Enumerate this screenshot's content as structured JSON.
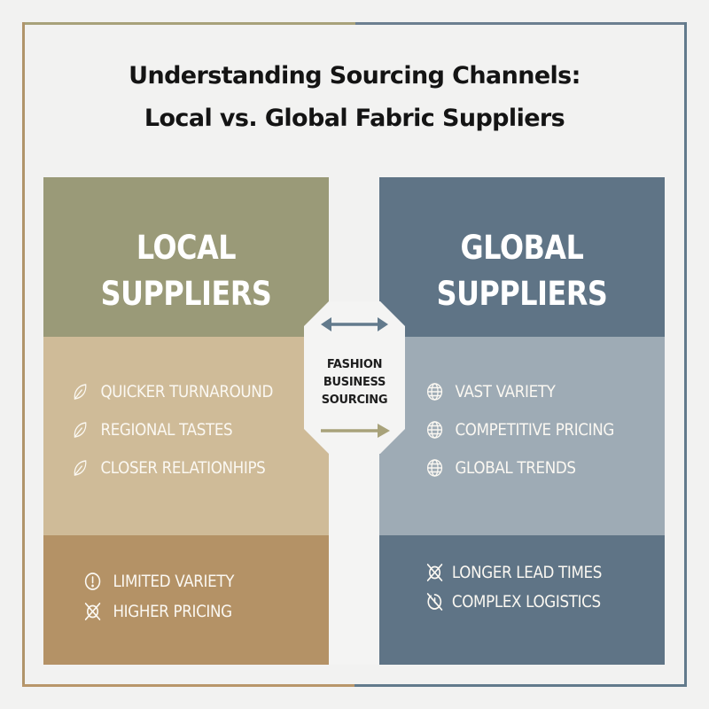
{
  "title": {
    "line1": "Understanding Sourcing Channels:",
    "line2": "Local vs. Global Fabric Suppliers"
  },
  "colors": {
    "background": "#f2f2f1",
    "frame_local": "#b0946a",
    "frame_global": "#627a8c",
    "local_header": "#9a9a78",
    "local_pros": "#cfbb98",
    "local_cons": "#b49266",
    "global_header": "#5f7486",
    "global_pros": "#9eabb5",
    "global_cons": "#5f7486",
    "arrow_top": "#627a8c",
    "arrow_bottom": "#a8a27a"
  },
  "center_badge": {
    "line1": "FASHION",
    "line2": "BUSINESS",
    "line3": "SOURCING",
    "top_arrow_icon": "double-arrow-icon",
    "bottom_arrow_icon": "right-arrow-icon"
  },
  "local": {
    "heading_line1": "LOCAL",
    "heading_line2": "SUPPLIERS",
    "pros": [
      {
        "icon": "leaf-icon",
        "label": "QUICKER TURNAROUND"
      },
      {
        "icon": "leaf-icon",
        "label": "REGIONAL TASTES"
      },
      {
        "icon": "leaf-icon",
        "label": "CLOSER RELATIONHIPS"
      }
    ],
    "cons": [
      {
        "icon": "alert-circle-icon",
        "label": "LIMITED VARIETY"
      },
      {
        "icon": "crossed-box-icon",
        "label": "HIGHER PRICING"
      }
    ]
  },
  "global": {
    "heading_line1": "GLOBAL",
    "heading_line2": "SUPPLIERS",
    "pros": [
      {
        "icon": "globe-icon",
        "label": "VAST VARIETY"
      },
      {
        "icon": "globe-icon",
        "label": "COMPETITIVE PRICING"
      },
      {
        "icon": "globe-icon",
        "label": "GLOBAL TRENDS"
      }
    ],
    "cons": [
      {
        "icon": "crossed-box-icon",
        "label": "LONGER LEAD TIMES"
      },
      {
        "icon": "crossed-clock-icon",
        "label": "COMPLEX LOGISTICS"
      }
    ]
  }
}
